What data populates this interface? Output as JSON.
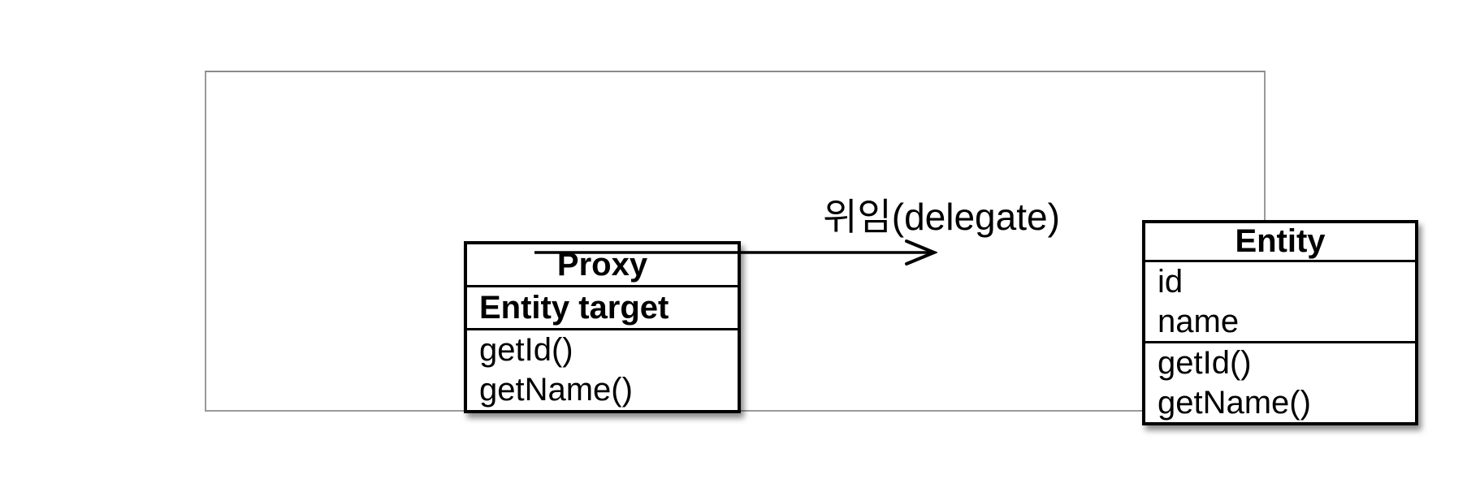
{
  "diagram": {
    "arrow_label": "위임(delegate)",
    "relationship": {
      "from": "Proxy",
      "to": "Entity",
      "type": "directed-arrow"
    },
    "classes": [
      {
        "name": "Proxy",
        "attributes": [
          "Entity target"
        ],
        "methods": [
          "getId()",
          "getName()"
        ]
      },
      {
        "name": "Entity",
        "attributes": [
          "id",
          "name"
        ],
        "methods": [
          "getId()",
          "getName()"
        ]
      }
    ],
    "colors": {
      "background": "#ffffff",
      "box_border": "#000000",
      "frame_border": "#9a9a9a",
      "text": "#000000"
    }
  }
}
